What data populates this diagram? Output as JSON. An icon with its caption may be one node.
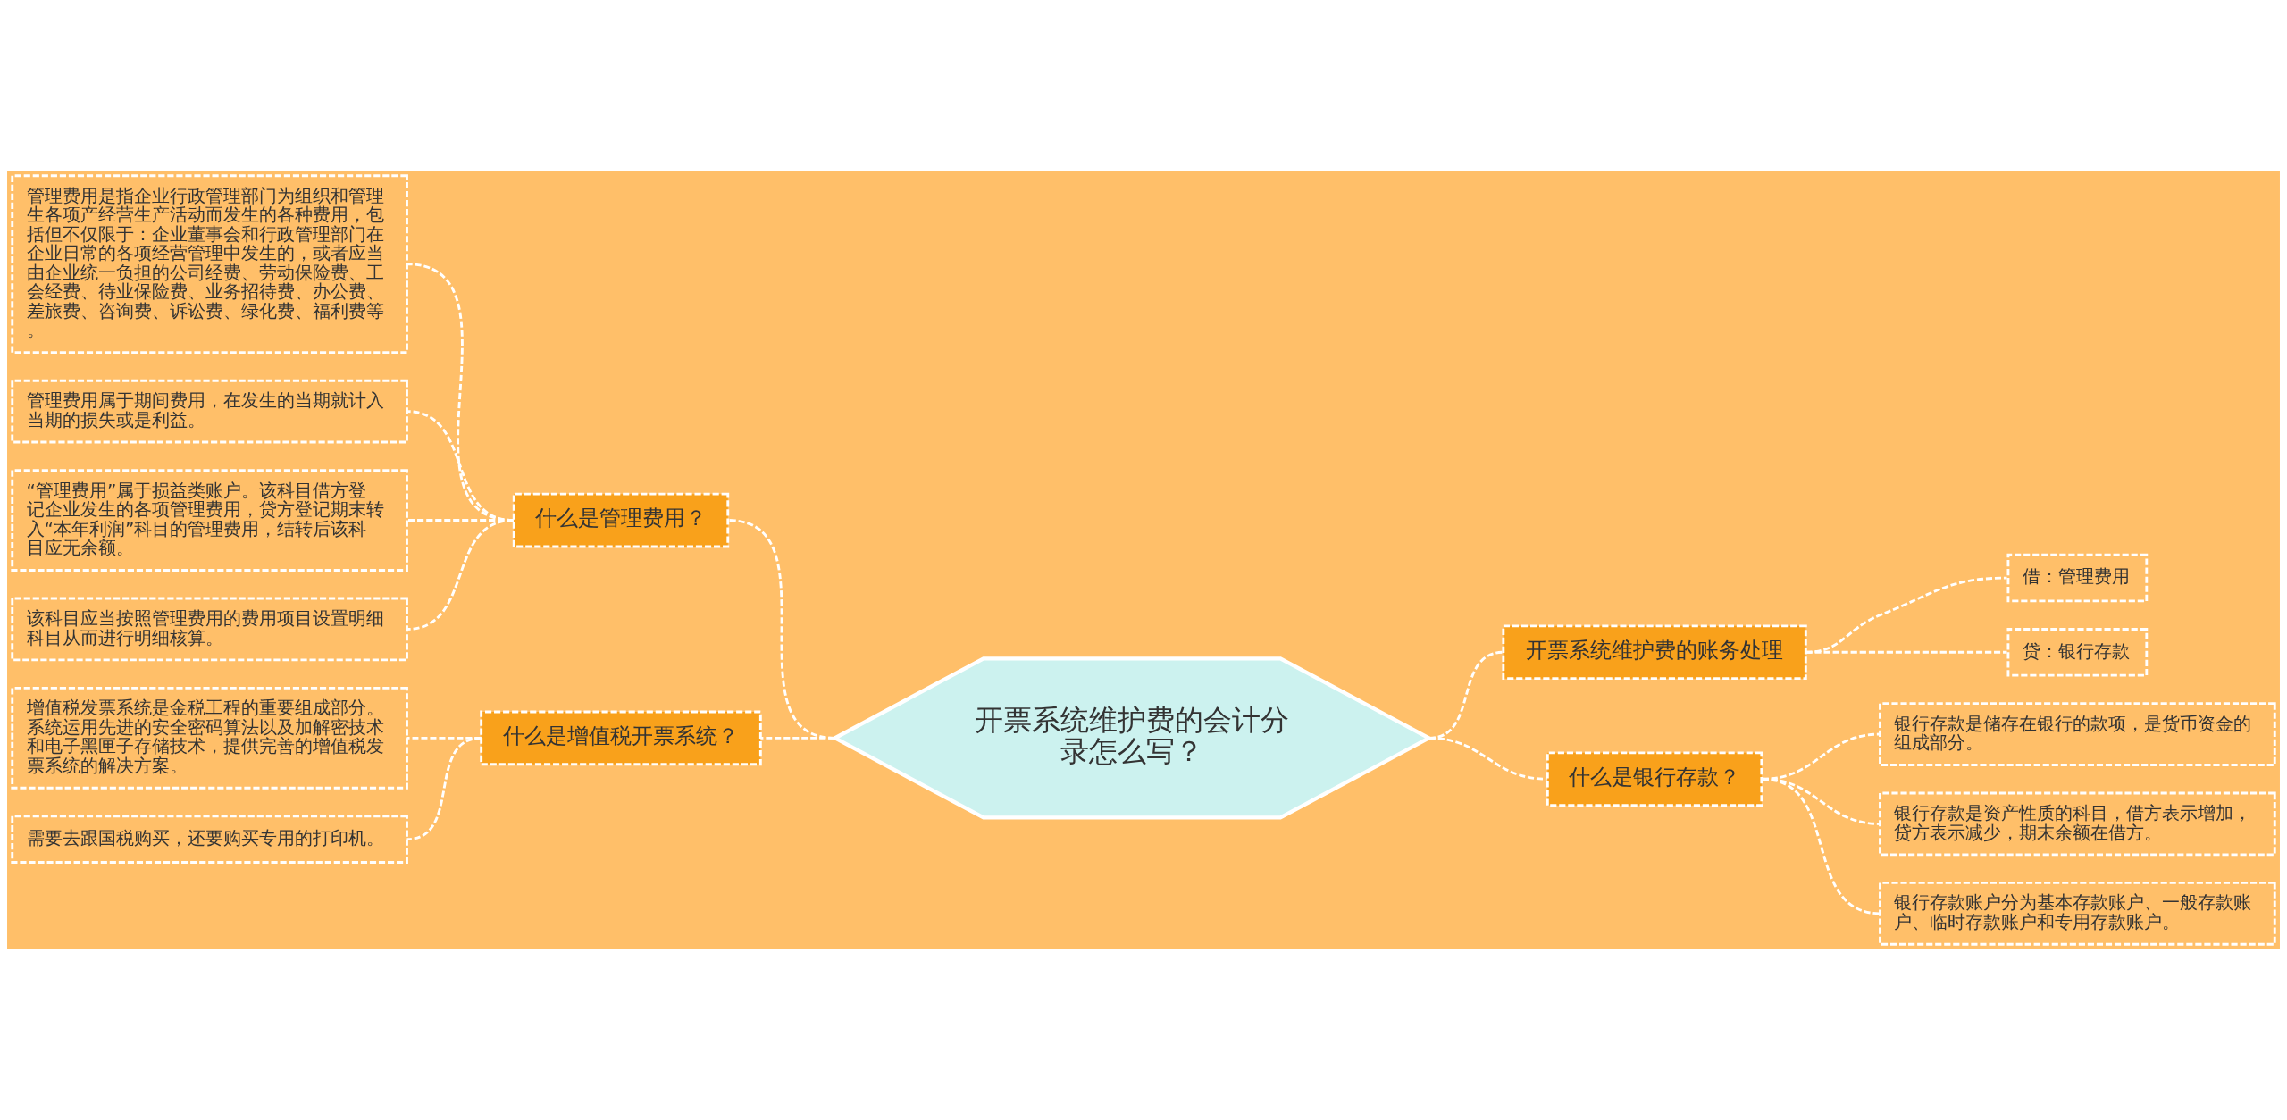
{
  "diagram": {
    "nodes": [
      {
        "text": [
          "开票系统维护费的会计分录怎么写？"
        ]
      },
      {
        "text": [
          "什么是管理费用？"
        ]
      },
      {
        "text": [
          "管理费用是指企业行政管理部门为组织和管理生各项产经营生产活动而发生的各种费用，包括但不仅限于：企业董事会和行政管理部门在企业日常的各项经营管理中发生的，或者应当由企业统一负担的公司经费、劳动保险费、工会经费、待业保险费、业务招待费、办公费、差旅费、咨询费、诉讼费、绿化费、福利费等。"
        ]
      },
      {
        "text": [
          "管理费用属于期间费用，在发生的当期就计入当期的损失或是利益。"
        ]
      },
      {
        "text": [
          "“管理费用”属于损益类账户。该科目借方登记企业发生的各项管理费用，贷方登记期末转入“本年利润”科目的管理费用，结转后该科目应无余额。"
        ]
      },
      {
        "text": [
          "该科目应当按照管理费用的费用项目设置明细科目从而进行明细核算。"
        ]
      },
      {
        "text": [
          "什么是增值税开票系统？"
        ]
      },
      {
        "text": [
          "增值税发票系统是金税工程的重要组成部分。系统运用先进的安全密码算法以及加解密技术和电子黑匣子存储技术，提供完善的增值税发票系统的解决方案。"
        ]
      },
      {
        "text": [
          "需要去跟国税购买，还要购买专用的打印机。"
        ]
      },
      {
        "text": [
          "开票系统维护费的账务处理"
        ]
      },
      {
        "text": [
          "借：管理费用"
        ]
      },
      {
        "text": [
          "贷：银行存款"
        ]
      },
      {
        "text": [
          "什么是银行存款？"
        ]
      },
      {
        "text": [
          "银行存款是储存在银行的款项，是货币资金的组成部分。"
        ]
      },
      {
        "text": [
          "银行存款是资产性质的科目，借方表示增加，贷方表示减少，期末余额在借方。"
        ]
      },
      {
        "text": [
          "银行存款账户分为基本存款账户、一般存款账户、临时存款账户和专用存款账户。"
        ]
      }
    ],
    "edges": [
      {
        "from": 0,
        "to": 1,
        "arrow": "none",
        "style": "dashed"
      },
      {
        "from": 1,
        "to": 2,
        "arrow": "none",
        "style": "dashed"
      },
      {
        "from": 1,
        "to": 3,
        "arrow": "none",
        "style": "dashed"
      },
      {
        "from": 1,
        "to": 4,
        "arrow": "none",
        "style": "dashed"
      },
      {
        "from": 1,
        "to": 5,
        "arrow": "none",
        "style": "dashed"
      },
      {
        "from": 0,
        "to": 6,
        "arrow": "none",
        "style": "dashed"
      },
      {
        "from": 6,
        "to": 7,
        "arrow": "none",
        "style": "dashed"
      },
      {
        "from": 6,
        "to": 8,
        "arrow": "none",
        "style": "dashed"
      },
      {
        "from": 0,
        "to": 9,
        "arrow": "none",
        "style": "dashed"
      },
      {
        "from": 9,
        "to": 10,
        "arrow": "none",
        "style": "dashed"
      },
      {
        "from": 9,
        "to": 11,
        "arrow": "none",
        "style": "dashed"
      },
      {
        "from": 0,
        "to": 12,
        "arrow": "none",
        "style": "dashed"
      },
      {
        "from": 12,
        "to": 13,
        "arrow": "none",
        "style": "dashed"
      },
      {
        "from": 12,
        "to": 14,
        "arrow": "none",
        "style": "dashed"
      },
      {
        "from": 12,
        "to": 15,
        "arrow": "none",
        "style": "dashed"
      }
    ]
  }
}
